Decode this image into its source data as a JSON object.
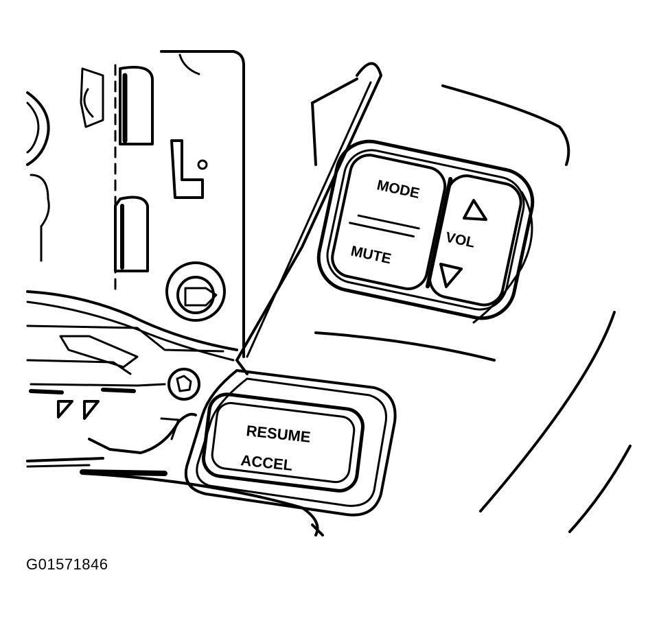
{
  "figure": {
    "id_label": "G01571846"
  },
  "switches": {
    "mode_label": "MODE",
    "mute_label": "MUTE",
    "vol_label": "VOL",
    "resume_label": "RESUME",
    "accel_label": "ACCEL"
  },
  "icons": {
    "vol_up": "triangle-up-icon",
    "vol_down": "triangle-down-icon"
  },
  "colors": {
    "line": "#000000",
    "background": "#ffffff"
  }
}
